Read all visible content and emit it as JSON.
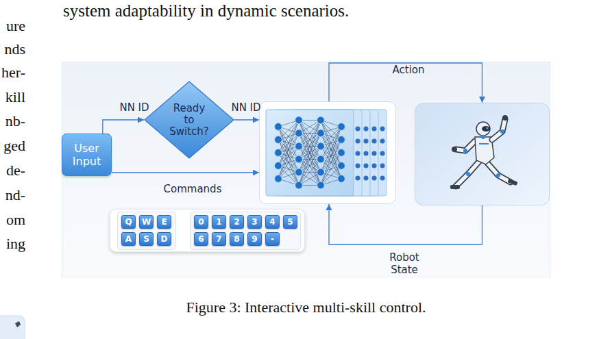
{
  "diagram": {
    "caption": "Figure 3: Interactive multi-skill control.",
    "nodes": [
      {
        "text": [
          "User Input"
        ]
      },
      {
        "text": [
          "Ready to Switch?"
        ]
      },
      {
        "text": []
      },
      {
        "text": []
      },
      {
        "text": []
      },
      {
        "text": [
          "Q"
        ],
        "in": 4
      },
      {
        "text": [
          "W"
        ],
        "in": 4
      },
      {
        "text": [
          "E"
        ],
        "in": 4
      },
      {
        "text": [
          "0"
        ],
        "in": 4
      },
      {
        "text": [
          "1"
        ],
        "in": 4
      },
      {
        "text": [
          "2"
        ],
        "in": 4
      },
      {
        "text": [
          "3"
        ],
        "in": 4
      },
      {
        "text": [
          "4"
        ],
        "in": 4
      },
      {
        "text": [
          "5"
        ],
        "in": 4
      },
      {
        "text": [
          "A"
        ],
        "in": 4
      },
      {
        "text": [
          "S"
        ],
        "in": 4
      },
      {
        "text": [
          "D"
        ],
        "in": 4
      },
      {
        "text": [
          "6"
        ],
        "in": 4
      },
      {
        "text": [
          "7"
        ],
        "in": 4
      },
      {
        "text": [
          "8"
        ],
        "in": 4
      },
      {
        "text": [
          "9"
        ],
        "in": 4
      },
      {
        "text": [
          "-"
        ],
        "in": 4
      }
    ],
    "edges": [
      {
        "from": 0,
        "to": 1,
        "label": "NN ID",
        "arrow": "to"
      },
      {
        "from": 1,
        "to": 2,
        "label": "NN ID",
        "arrow": "to"
      },
      {
        "from": 0,
        "to": 2,
        "label": "Commands",
        "arrow": "to"
      },
      {
        "from": 2,
        "to": 3,
        "label": "Action",
        "arrow": "to"
      },
      {
        "from": 3,
        "to": 2,
        "label": "Robot State",
        "arrow": "to"
      }
    ],
    "labels": [
      "system adaptability in dynamic scenarios.",
      "ure",
      "nds",
      "her-",
      "kill",
      "nb-",
      "ged",
      "de-",
      "nd-",
      "om",
      "ing"
    ]
  }
}
